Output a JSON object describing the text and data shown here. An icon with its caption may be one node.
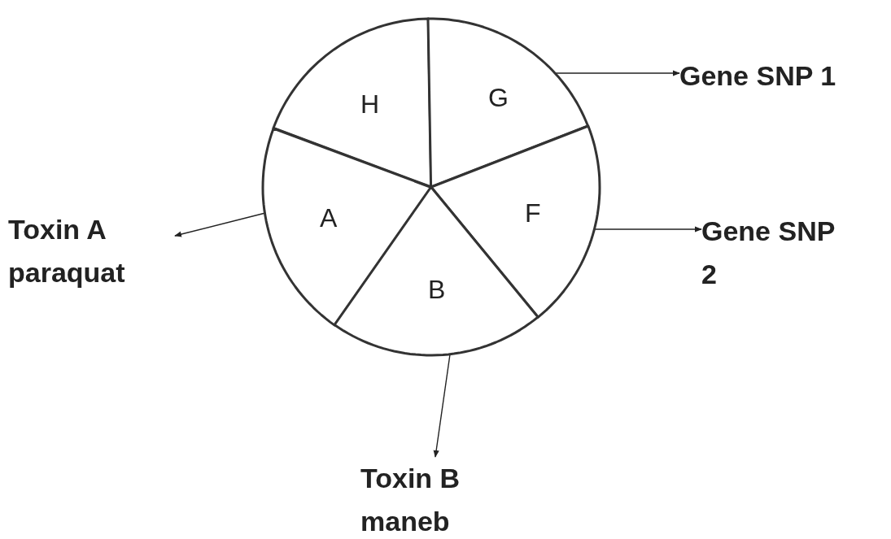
{
  "diagram": {
    "nodes": [
      {
        "text": [
          "H"
        ]
      },
      {
        "text": [
          "G"
        ]
      },
      {
        "text": [
          "Gene SNP 1"
        ]
      },
      {
        "text": [
          "Toxin A paraquat"
        ]
      },
      {
        "text": [
          "A"
        ]
      },
      {
        "text": [
          "F"
        ]
      },
      {
        "text": [
          "Gene SNP 2"
        ]
      },
      {
        "text": [
          "B"
        ]
      },
      {
        "text": [
          "Toxin B maneb"
        ]
      }
    ],
    "edges": [
      {
        "from": 1,
        "to": 2,
        "arrow": "to"
      },
      {
        "from": 4,
        "to": 3,
        "arrow": "to"
      },
      {
        "from": 5,
        "to": 6,
        "arrow": "to"
      },
      {
        "from": 7,
        "to": 8,
        "arrow": "to"
      }
    ]
  }
}
